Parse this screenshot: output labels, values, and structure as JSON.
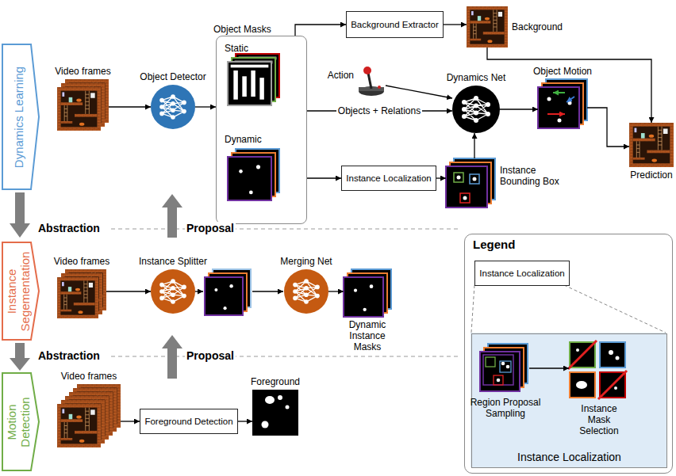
{
  "diagram": {
    "nodes": [
      {
        "text": [
          "Dynamics Learning"
        ]
      },
      {
        "text": [
          "Instance Segementation"
        ]
      },
      {
        "text": [
          "Motion Detection"
        ]
      },
      {
        "text": [
          "Video frames"
        ]
      },
      {
        "text": [
          "Object Detector"
        ]
      },
      {
        "text": [
          "Object Masks",
          "Static",
          "Dynamic"
        ]
      },
      {
        "text": [
          "Background Extractor"
        ]
      },
      {
        "text": [
          "Background"
        ]
      },
      {
        "text": [
          "Action"
        ]
      },
      {
        "text": [
          "Dynamics Net"
        ]
      },
      {
        "text": [
          "Object Motion"
        ]
      },
      {
        "text": [
          "Prediction"
        ]
      },
      {
        "text": [
          "Instance Localization"
        ]
      },
      {
        "text": [
          "Instance Bounding Box"
        ]
      },
      {
        "text": [
          "Video frames"
        ]
      },
      {
        "text": [
          "Instance Splitter"
        ]
      },
      {
        "text": [
          "Merging Net"
        ]
      },
      {
        "text": [
          "Dynamic Instance Masks"
        ]
      },
      {
        "text": [
          "Video frames"
        ]
      },
      {
        "text": [
          "Foreground Detection"
        ]
      },
      {
        "text": [
          "Foreground"
        ]
      },
      {
        "text": [
          "Legend"
        ]
      },
      {
        "text": [
          "Instance Localization"
        ],
        "in": 21
      },
      {
        "text": [
          "Instance Localization"
        ],
        "in": 21
      },
      {
        "text": [
          "Region Proposal Sampling"
        ],
        "in": 23
      },
      {
        "text": [
          "Instance Mask Selection"
        ],
        "in": 23
      }
    ],
    "edges": [
      {
        "from": 3,
        "to": 4,
        "arrow": "to"
      },
      {
        "from": 4,
        "to": 5,
        "arrow": "to"
      },
      {
        "from": 5,
        "to": 6,
        "arrow": "to"
      },
      {
        "from": 6,
        "to": 7,
        "arrow": "to"
      },
      {
        "from": 7,
        "to": 11,
        "arrow": "to"
      },
      {
        "from": 8,
        "to": 9,
        "arrow": "to"
      },
      {
        "from": 5,
        "to": 9,
        "label": "Objects + Relations",
        "arrow": "to"
      },
      {
        "from": 5,
        "to": 12,
        "arrow": "to"
      },
      {
        "from": 12,
        "to": 13,
        "arrow": "to"
      },
      {
        "from": 13,
        "to": 9,
        "arrow": "to"
      },
      {
        "from": 9,
        "to": 10,
        "arrow": "to"
      },
      {
        "from": 10,
        "to": 11,
        "arrow": "to"
      },
      {
        "from": 14,
        "to": 15,
        "arrow": "to"
      },
      {
        "from": 16,
        "to": 17,
        "arrow": "to"
      },
      {
        "from": 18,
        "to": 19,
        "arrow": "to"
      },
      {
        "from": 19,
        "to": 20,
        "arrow": "to"
      },
      {
        "from": 24,
        "to": 25,
        "arrow": "to"
      }
    ],
    "labels": [
      "Abstraction",
      "Proposal",
      "Abstraction",
      "Proposal"
    ]
  }
}
